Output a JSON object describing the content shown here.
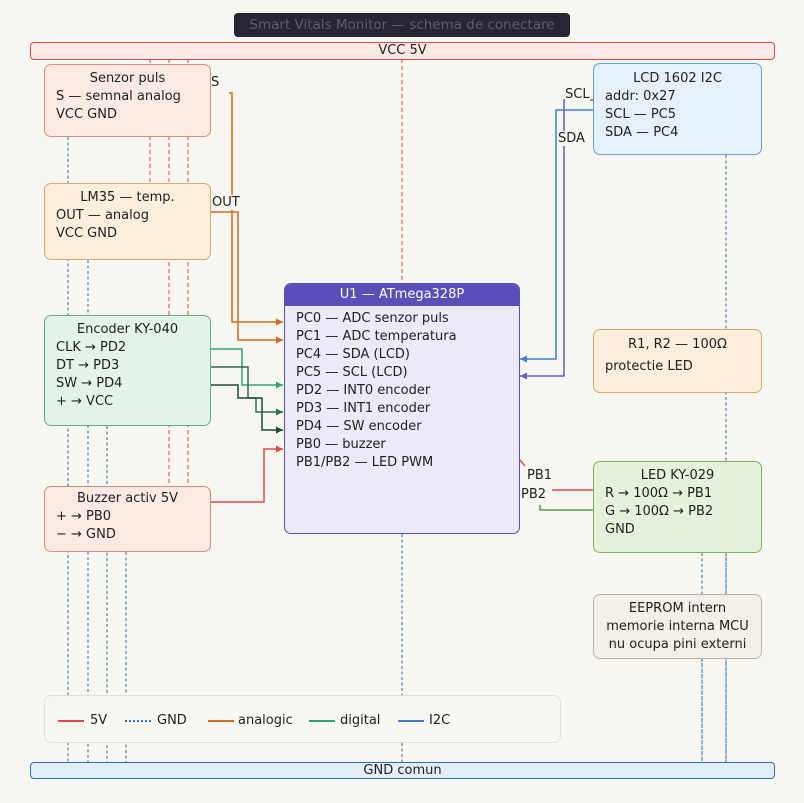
{
  "title": "Smart Vitals Monitor — schema de conectare",
  "rails": {
    "vcc": "VCC 5V",
    "gnd": "GND comun"
  },
  "colors": {
    "5v": "#e04848",
    "gnd": "#2d6fb0",
    "analog": "#d2691e",
    "digital": "#2fa37a",
    "i2c": "#3b7fd0",
    "i2c_line": "#6a5acd"
  },
  "pulse": {
    "title": "Senzor puls",
    "lines": [
      "S — semnal analog",
      "VCC GND"
    ]
  },
  "lm35": {
    "title": "LM35 — temp.",
    "lines": [
      "OUT — analog",
      "VCC GND"
    ]
  },
  "encoder": {
    "title": "Encoder KY-040",
    "lines": [
      "CLK → PD2",
      "DT → PD3",
      "SW → PD4",
      "+ → VCC"
    ]
  },
  "buzzer": {
    "title": "Buzzer activ 5V",
    "lines": [
      "+ → PB0",
      "− → GND"
    ]
  },
  "mcu": {
    "title": "U1 — ATmega328P",
    "pins": [
      "PC0 — ADC senzor puls",
      "PC1 — ADC temperatura",
      "PC4 — SDA (LCD)",
      "PC5 — SCL (LCD)",
      "PD2 — INT0 encoder",
      "PD3 — INT1 encoder",
      "PD4 — SW encoder",
      "PB0 — buzzer",
      "PB1/PB2 — LED PWM"
    ]
  },
  "lcd": {
    "title": "LCD 1602 I2C",
    "lines": [
      "addr: 0x27",
      "SCL — PC5",
      "SDA — PC4"
    ]
  },
  "resistors": {
    "title": "R1, R2 — 100Ω",
    "lines": [
      "protectie LED"
    ]
  },
  "led": {
    "title": "LED KY-029",
    "lines": [
      "R → 100Ω → PB1",
      "G → 100Ω → PB2",
      "GND"
    ]
  },
  "eeprom": {
    "lines": [
      "EEPROM intern",
      "memorie interna MCU",
      "nu ocupa pini externi"
    ]
  },
  "wire_labels": {
    "s": "S",
    "out": "OUT",
    "scl": "SCL",
    "sda": "SDA",
    "pb1": "PB1",
    "pb2": "PB2"
  },
  "legend": {
    "v5": "5V",
    "gnd": "GND",
    "analog": "analogic",
    "digital": "digital",
    "i2c": "I2C"
  }
}
